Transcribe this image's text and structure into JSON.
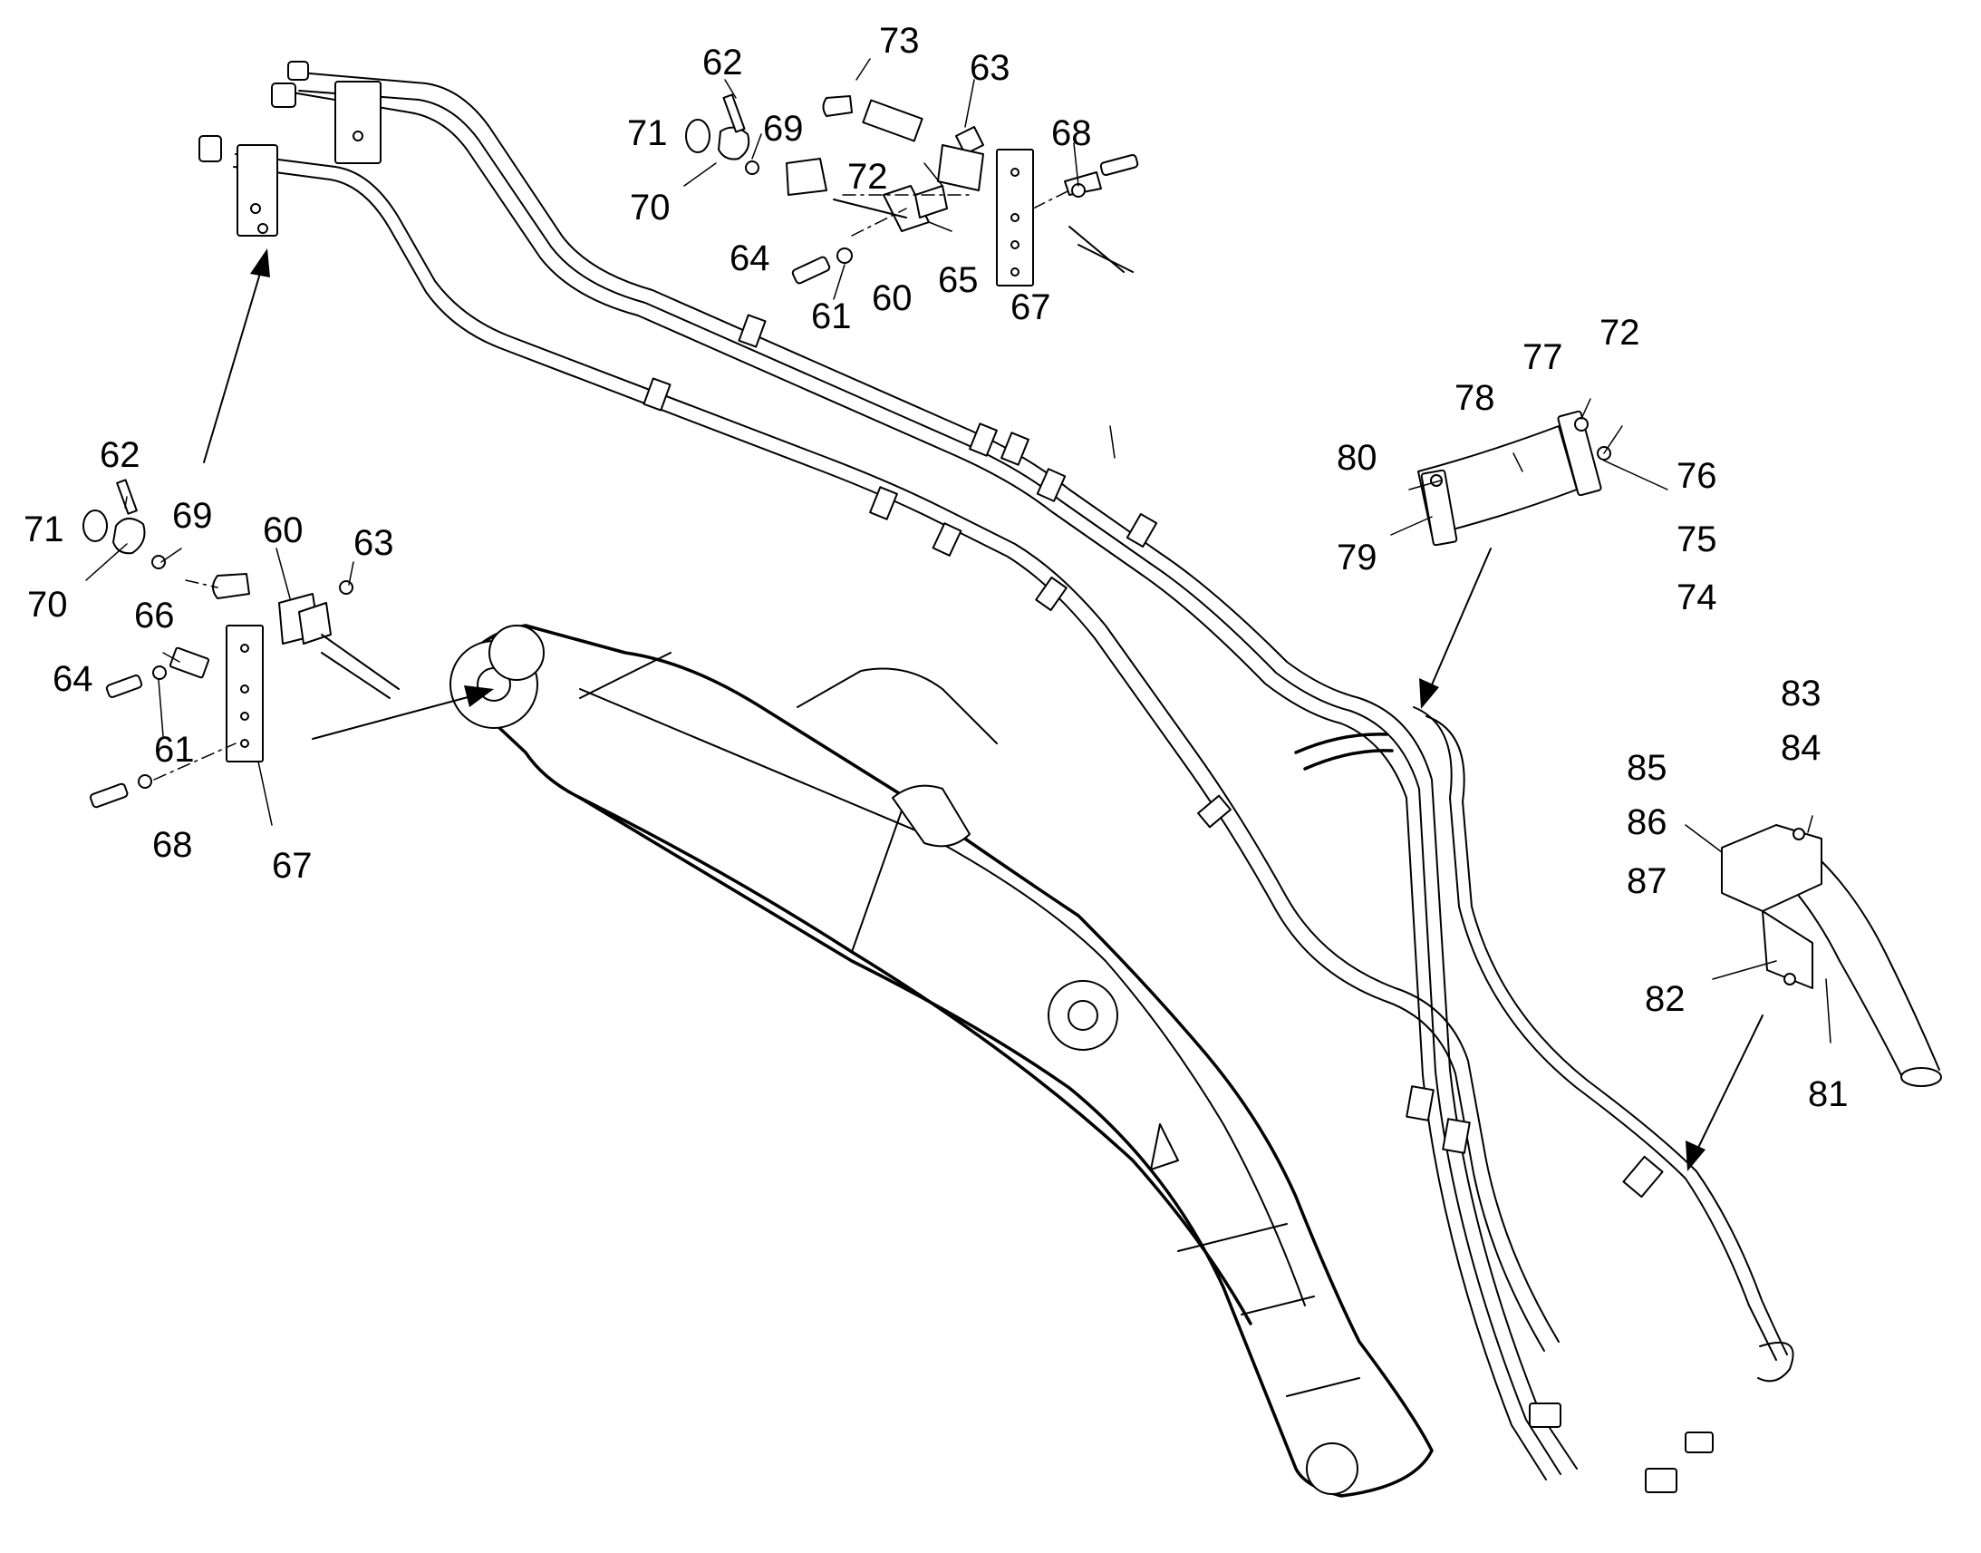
{
  "callouts": [
    {
      "id": "c73a",
      "text": "73"
    },
    {
      "id": "c62a",
      "text": "62"
    },
    {
      "id": "c63a",
      "text": "63"
    },
    {
      "id": "c71a",
      "text": "71"
    },
    {
      "id": "c69a",
      "text": "69"
    },
    {
      "id": "c68a",
      "text": "68"
    },
    {
      "id": "c72a",
      "text": "72"
    },
    {
      "id": "c70a",
      "text": "70"
    },
    {
      "id": "c64a",
      "text": "64"
    },
    {
      "id": "c65a",
      "text": "65"
    },
    {
      "id": "c60a",
      "text": "60"
    },
    {
      "id": "c61a",
      "text": "61"
    },
    {
      "id": "c67a",
      "text": "67"
    },
    {
      "id": "c72b",
      "text": "72"
    },
    {
      "id": "c77",
      "text": "77"
    },
    {
      "id": "c78",
      "text": "78"
    },
    {
      "id": "c80",
      "text": "80"
    },
    {
      "id": "c76",
      "text": "76"
    },
    {
      "id": "c75",
      "text": "75"
    },
    {
      "id": "c79",
      "text": "79"
    },
    {
      "id": "c74",
      "text": "74"
    },
    {
      "id": "c62b",
      "text": "62"
    },
    {
      "id": "c71b",
      "text": "71"
    },
    {
      "id": "c69b",
      "text": "69"
    },
    {
      "id": "c60b",
      "text": "60"
    },
    {
      "id": "c63b",
      "text": "63"
    },
    {
      "id": "c70b",
      "text": "70"
    },
    {
      "id": "c66",
      "text": "66"
    },
    {
      "id": "c64b",
      "text": "64"
    },
    {
      "id": "c61b",
      "text": "61"
    },
    {
      "id": "c68b",
      "text": "68"
    },
    {
      "id": "c67b",
      "text": "67"
    },
    {
      "id": "c83",
      "text": "83"
    },
    {
      "id": "c84",
      "text": "84"
    },
    {
      "id": "c85",
      "text": "85"
    },
    {
      "id": "c86",
      "text": "86"
    },
    {
      "id": "c87",
      "text": "87"
    },
    {
      "id": "c82",
      "text": "82"
    },
    {
      "id": "c81",
      "text": "81"
    }
  ]
}
